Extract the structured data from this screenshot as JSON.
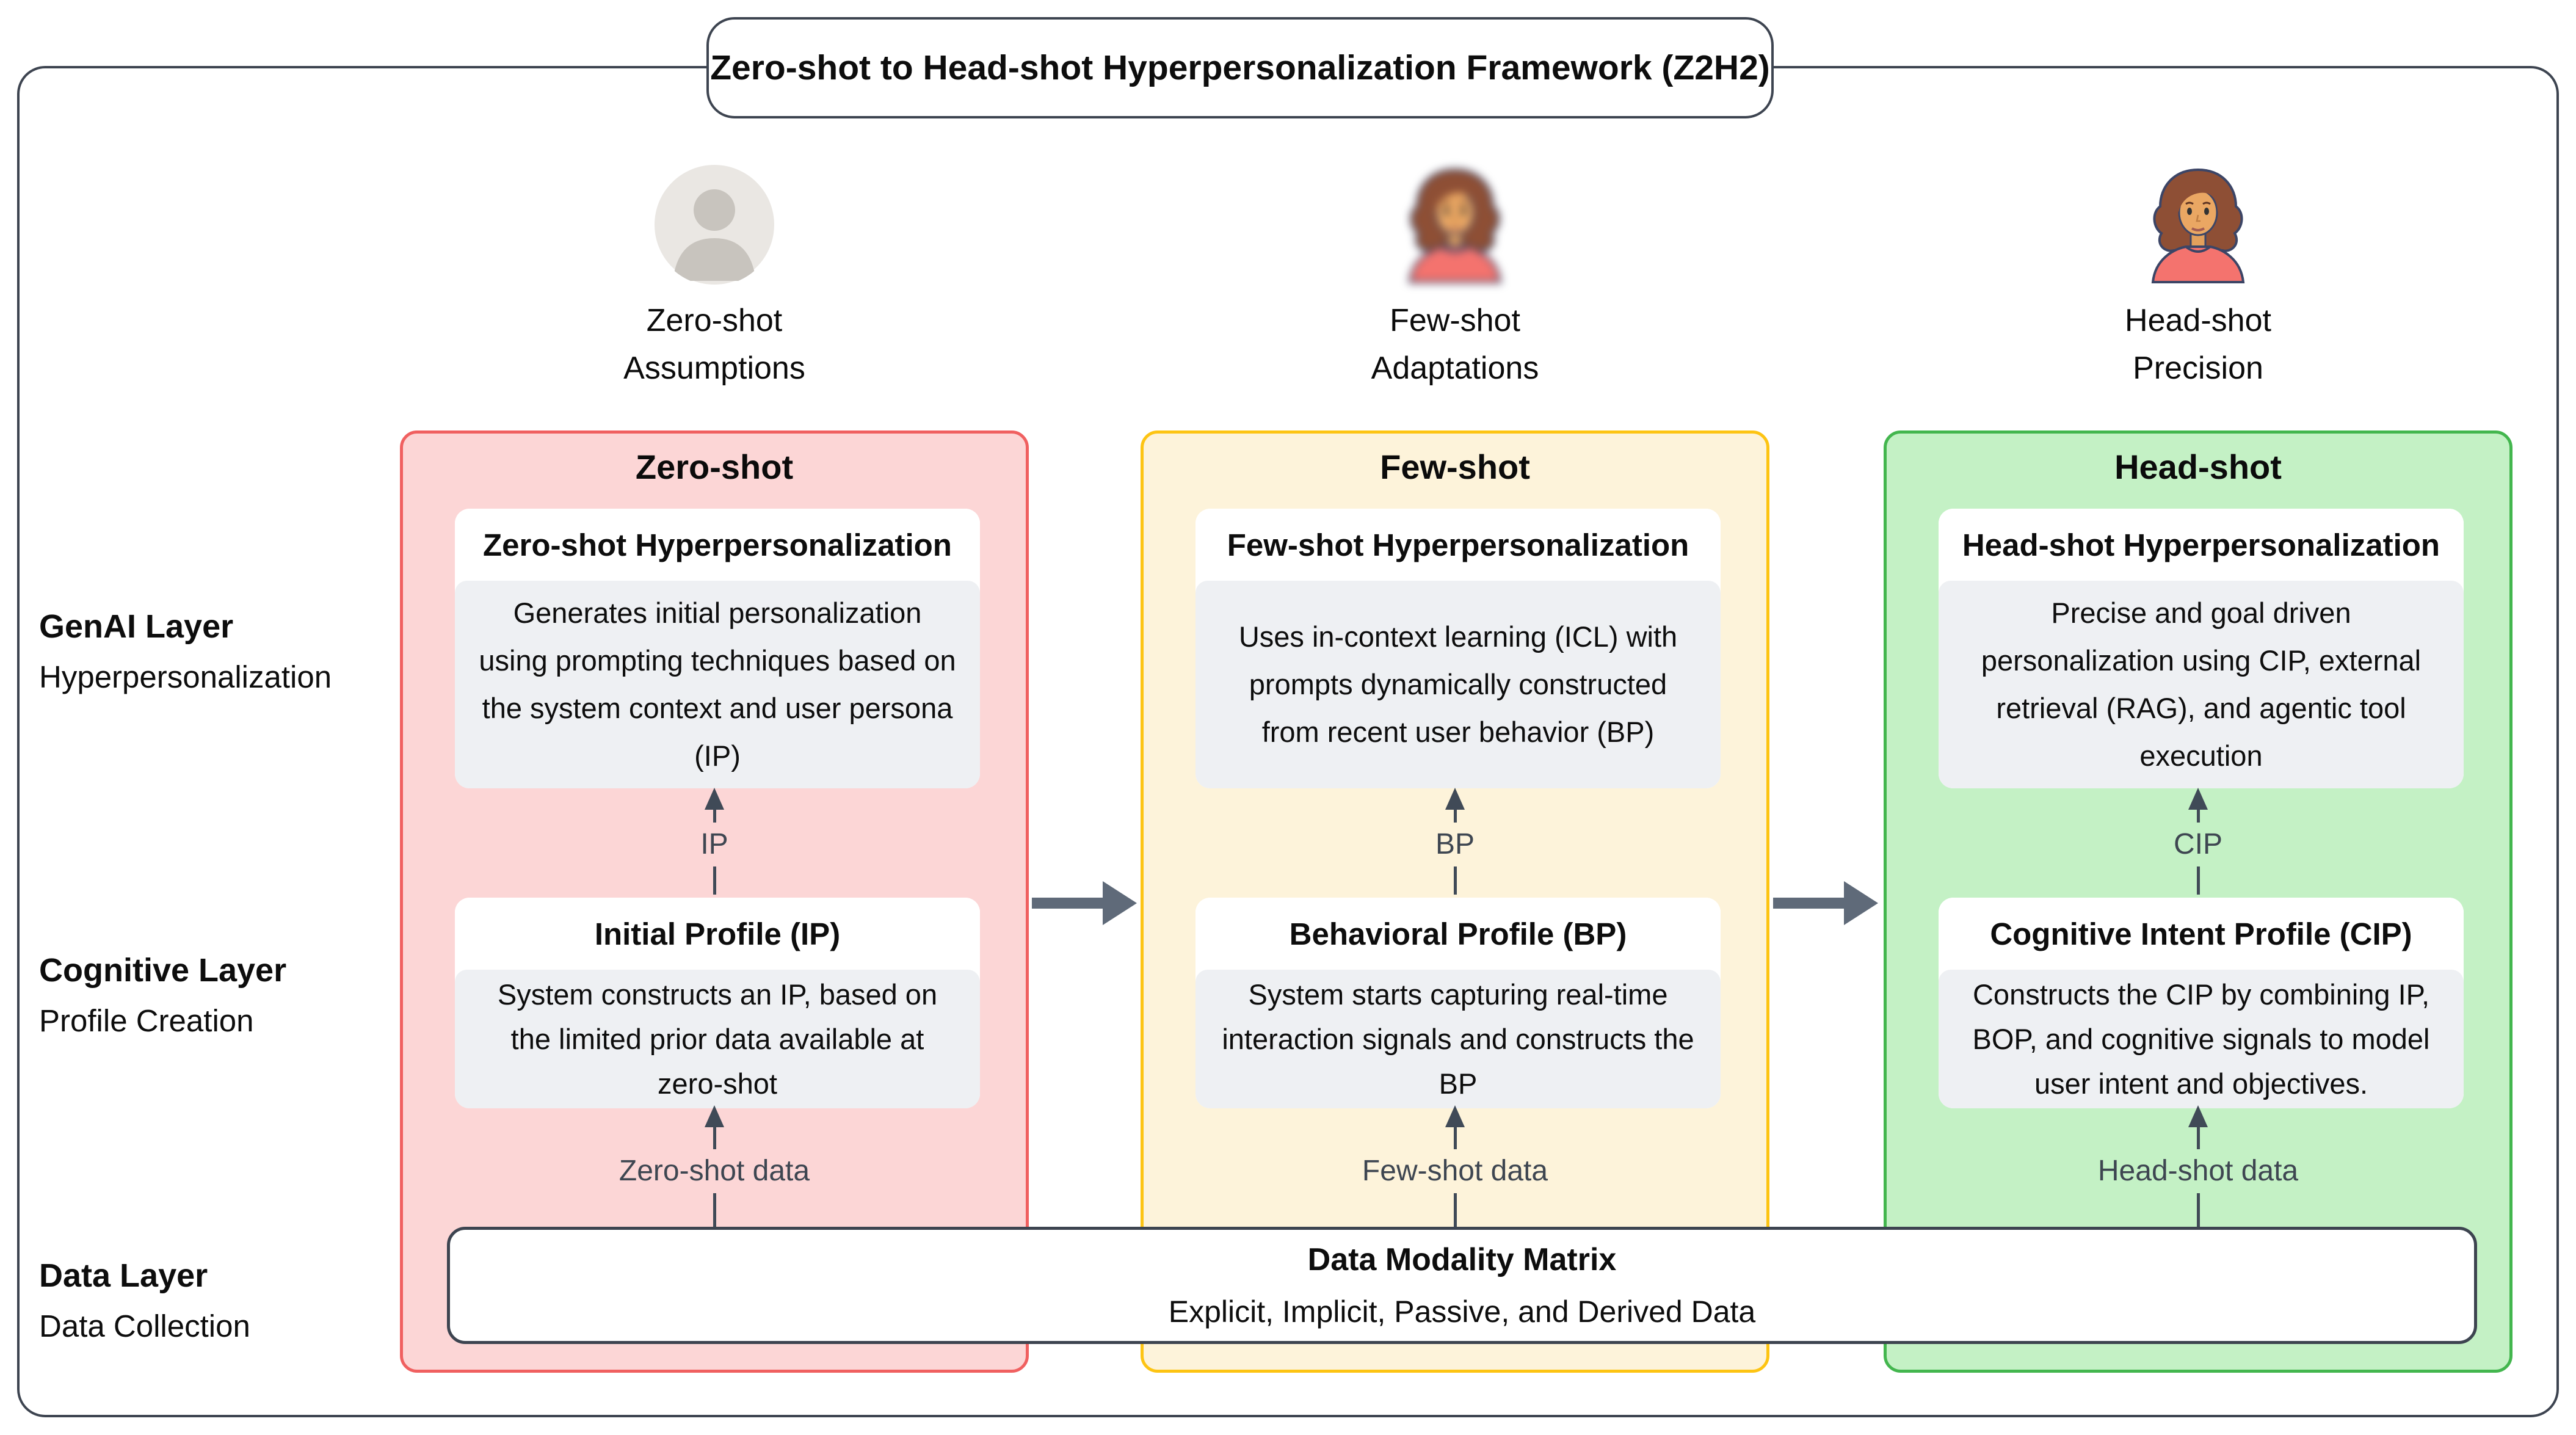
{
  "title": "Zero-shot to Head-shot Hyperpersonalization Framework (Z2H2)",
  "palette": {
    "outline": "#3d4450",
    "horizontal_arrow": "#5f6a79",
    "vertical_arrow": "#404a57",
    "card_body_bg": "#eef0f3",
    "arrow_label_color": "#3e4651"
  },
  "personas": [
    {
      "icon": "generic-user-avatar",
      "line1": "Zero-shot",
      "line2": "Assumptions"
    },
    {
      "icon": "blurred-woman-avatar",
      "line1": "Few-shot",
      "line2": "Adaptations"
    },
    {
      "icon": "sharp-woman-avatar",
      "line1": "Head-shot",
      "line2": "Precision"
    }
  ],
  "layers": [
    {
      "name": "GenAI Layer",
      "subtitle": "Hyperpersonalization"
    },
    {
      "name": "Cognitive Layer",
      "subtitle": "Profile Creation"
    },
    {
      "name": "Data Layer",
      "subtitle": "Data Collection"
    }
  ],
  "columns": [
    {
      "header": "Zero-shot",
      "colors": {
        "fill": "#fcd6d6",
        "border": "#f06060"
      },
      "genai_card": {
        "title": "Zero-shot Hyperpersonalization",
        "body": "Generates initial personalization using prompting techniques based on the system context and user persona (IP)"
      },
      "arrow1_label": "IP",
      "profile_card": {
        "title": "Initial Profile (IP)",
        "body": "System constructs an IP, based on the limited prior data available at zero-shot"
      },
      "arrow2_label": "Zero-shot data"
    },
    {
      "header": "Few-shot",
      "colors": {
        "fill": "#fdf3da",
        "border": "#fdc413"
      },
      "genai_card": {
        "title": "Few-shot Hyperpersonalization",
        "body": "Uses in-context learning (ICL) with prompts dynamically constructed from recent user behavior (BP)"
      },
      "arrow1_label": "BP",
      "profile_card": {
        "title": "Behavioral Profile (BP)",
        "body": "System starts capturing real-time interaction signals and constructs the BP"
      },
      "arrow2_label": "Few-shot data"
    },
    {
      "header": "Head-shot",
      "colors": {
        "fill": "#c4f1c5",
        "border": "#43b64e"
      },
      "genai_card": {
        "title": "Head-shot Hyperpersonalization",
        "body": "Precise and goal driven personalization using CIP, external retrieval (RAG), and agentic tool execution"
      },
      "arrow1_label": "CIP",
      "profile_card": {
        "title": "Cognitive Intent Profile (CIP)",
        "body": "Constructs the CIP by combining IP, BOP, and cognitive signals to model user intent and objectives."
      },
      "arrow2_label": "Head-shot data"
    }
  ],
  "data_matrix": {
    "title": "Data Modality Matrix",
    "subtitle": "Explicit, Implicit, Passive, and Derived Data"
  }
}
